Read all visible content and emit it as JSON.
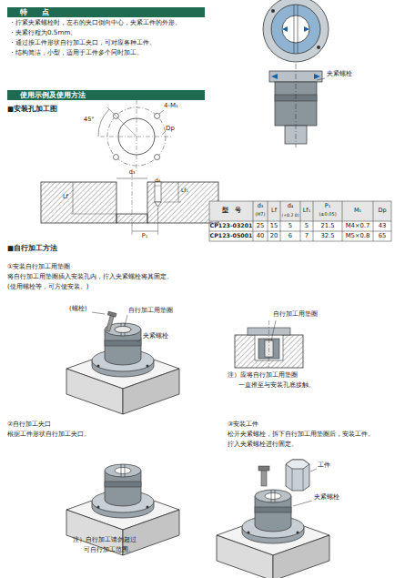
{
  "diagram": {
    "nodes": [
      {
        "text": [
          "特　　点"
        ]
      },
      {
        "text": [
          "使用示例及使用方法"
        ]
      }
    ],
    "labels": [
      "・拧紧夹紧螺栓时，左右的夹口倒向中心，夹紧工件的外形。",
      "・夹紧行程为0.5mm。",
      "・通过按工件形状自行加工夹口，可对应各种工件。",
      "・结构简洁，小型，适用于工件多个同时加工。",
      "■安装孔加工图",
      "4-M₁",
      "45°",
      "Dp",
      "d₃",
      "d₄",
      "Lf₁",
      "Lf",
      "P₁",
      "夹紧螺栓",
      "型　号",
      "d₃",
      "(H7)",
      "Lf",
      "d₄",
      "(+0.2 0)",
      "Lf₁",
      "P₁",
      "(±0.05)",
      "M₁",
      "Dp",
      "CP123-03201",
      "25",
      "15",
      "5",
      "5",
      "21.5",
      "M4×0.7",
      "43",
      "CP123-05001",
      "40",
      "20",
      "6",
      "7",
      "32.5",
      "M5×0.8",
      "65",
      "■自行加工方法",
      "①安装自行加工用垫圈",
      "将自行加工用垫圈插入安装孔内，拧入夹紧螺栓将其固定。",
      "(使用螺栓等，可方便安装。)",
      "(螺栓)",
      "自行加工用垫圈",
      "夹紧螺栓",
      "自行加工用垫圈",
      "注）应将自行加工用垫圈",
      "一直推至与安装孔底接触。",
      "②自行加工夹口",
      "根据工件形状自行加工夹口。",
      "注）自行加工请勿超过",
      "可自行加工范围。",
      "③安装工件",
      "松开夹紧螺栓，拆下自行加工用垫圈后，安装工件。",
      "拧入夹紧螺栓进行固定。",
      "工件",
      "夹紧螺栓"
    ]
  }
}
